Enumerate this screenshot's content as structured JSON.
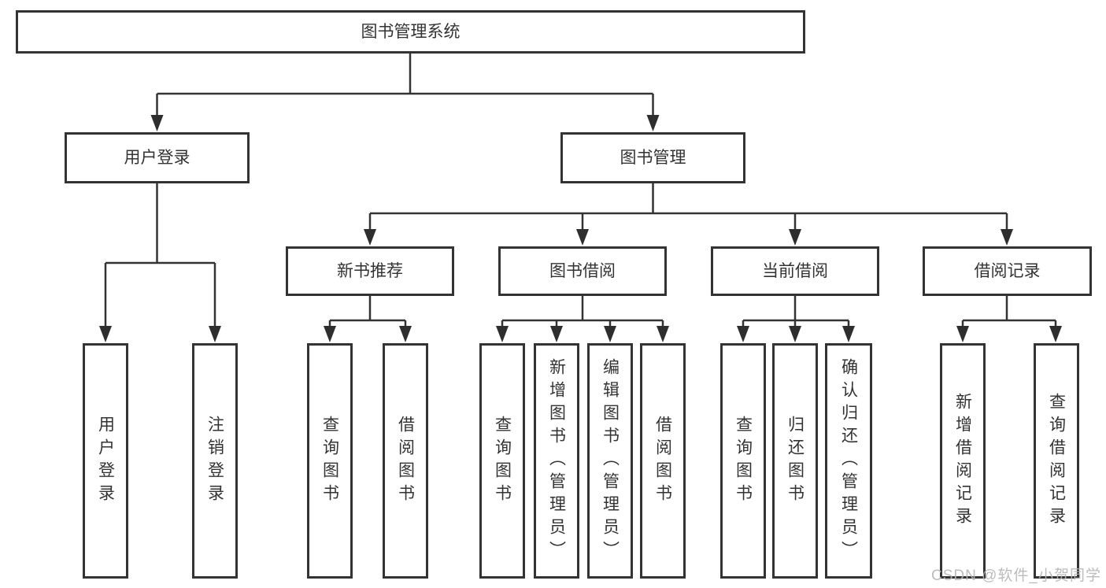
{
  "diagram": {
    "root": {
      "label": "图书管理系统",
      "children": [
        {
          "label": "用户登录",
          "children": [
            {
              "label": "用户登录"
            },
            {
              "label": "注销登录"
            }
          ]
        },
        {
          "label": "图书管理",
          "children": [
            {
              "label": "新书推荐",
              "children": [
                {
                  "label": "查询图书"
                },
                {
                  "label": "借阅图书"
                }
              ]
            },
            {
              "label": "图书借阅",
              "children": [
                {
                  "label": "查询图书"
                },
                {
                  "label": "新增图书（管理员）"
                },
                {
                  "label": "编辑图书（管理员）"
                },
                {
                  "label": "借阅图书"
                }
              ]
            },
            {
              "label": "当前借阅",
              "children": [
                {
                  "label": "查询图书"
                },
                {
                  "label": "归还图书"
                },
                {
                  "label": "确认归还（管理员）"
                }
              ]
            },
            {
              "label": "借阅记录",
              "children": [
                {
                  "label": "新增借阅记录"
                },
                {
                  "label": "查询借阅记录"
                }
              ]
            }
          ]
        }
      ]
    }
  },
  "watermark": "CSDN @软件_小贺同学",
  "colors": {
    "line": "#333333",
    "box_border": "#333333",
    "text": "#333333",
    "watermark": "#b5b5b5"
  }
}
